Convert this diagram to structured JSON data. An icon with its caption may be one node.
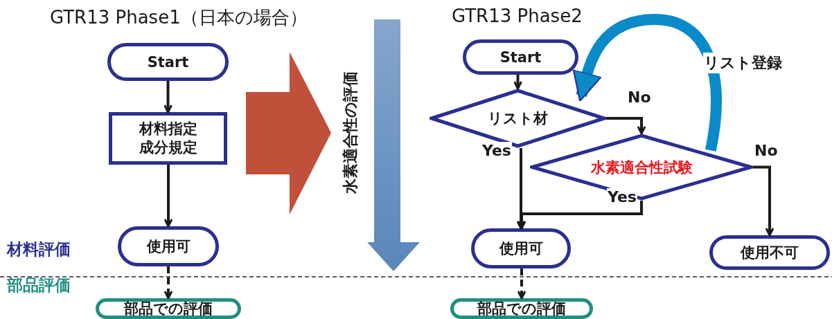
{
  "diagram": {
    "nodes": [
      {
        "text": [
          "Start"
        ]
      },
      {
        "text": [
          "材料指定成分規定"
        ]
      },
      {
        "text": [
          "使用可"
        ]
      },
      {
        "text": [
          "部品での評価"
        ]
      },
      {
        "text": [
          "Start"
        ]
      },
      {
        "text": [
          "リスト材"
        ]
      },
      {
        "text": [
          "水素適合性試験"
        ]
      },
      {
        "text": [
          "使用可"
        ]
      },
      {
        "text": [
          "使用不可"
        ]
      },
      {
        "text": [
          "部品での評価"
        ]
      }
    ],
    "edges": [
      {
        "from": 0,
        "to": 1,
        "arrow": "to"
      },
      {
        "from": 1,
        "to": 2,
        "arrow": "to"
      },
      {
        "from": 2,
        "to": 3,
        "arrow": "to",
        "style": "dashed"
      },
      {
        "from": 4,
        "to": 5,
        "arrow": "to"
      },
      {
        "from": 5,
        "to": 6,
        "arrow": "to",
        "label": "No"
      },
      {
        "from": 5,
        "to": 7,
        "arrow": "to",
        "label": "Yes"
      },
      {
        "from": 6,
        "to": 7,
        "arrow": "to",
        "label": "Yes"
      },
      {
        "from": 6,
        "to": 8,
        "arrow": "to",
        "label": "No"
      },
      {
        "from": 7,
        "to": 9,
        "arrow": "to",
        "style": "dashed"
      },
      {
        "from": 6,
        "to": 5,
        "arrow": "to",
        "label": "リスト登録",
        "style": "thick",
        "color": "#0a8ac8"
      }
    ],
    "labels": [
      "GTR13 Phase1（日本の場合）",
      "GTR13 Phase2",
      "水素適合性の評価",
      "材料評価",
      "部品評価"
    ]
  }
}
